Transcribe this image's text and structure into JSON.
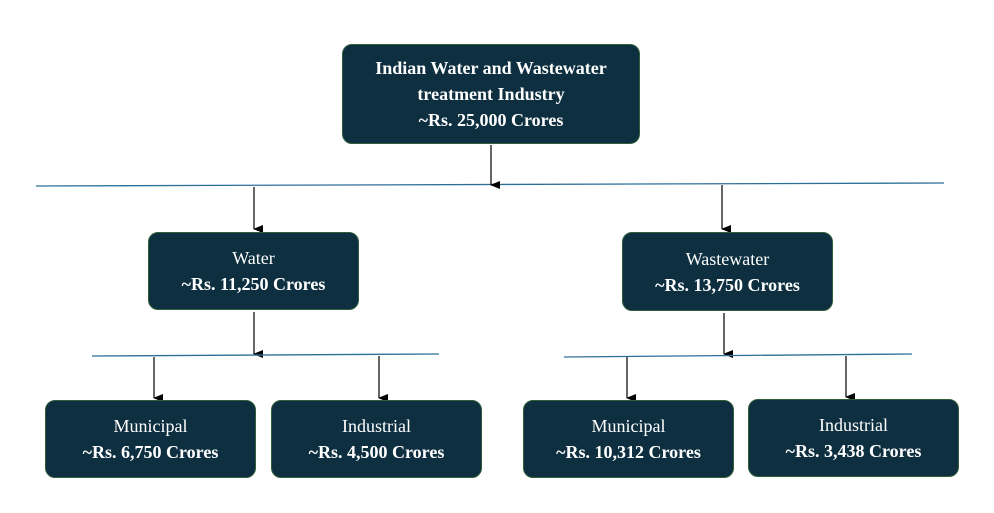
{
  "root": {
    "line1": "Indian Water and Wastewater",
    "line2": "treatment Industry",
    "line3": "~Rs. 25,000 Crores"
  },
  "water": {
    "label": "Water",
    "value": "~Rs. 11,250 Crores"
  },
  "wastewater": {
    "label": "Wastewater",
    "value": "~Rs. 13,750 Crores"
  },
  "water_municipal": {
    "label": "Municipal",
    "value": "~Rs. 6,750 Crores"
  },
  "water_industrial": {
    "label": "Industrial",
    "value": "~Rs. 4,500 Crores"
  },
  "wastewater_municipal": {
    "label": "Municipal",
    "value": "~Rs. 10,312 Crores"
  },
  "wastewater_industrial": {
    "label": "Industrial",
    "value": "~Rs. 3,438 Crores"
  },
  "colors": {
    "box_fill": "#0e2f40",
    "box_border": "#2f5d3a",
    "divider": "#2e6f9a",
    "arrow": "#000000"
  }
}
